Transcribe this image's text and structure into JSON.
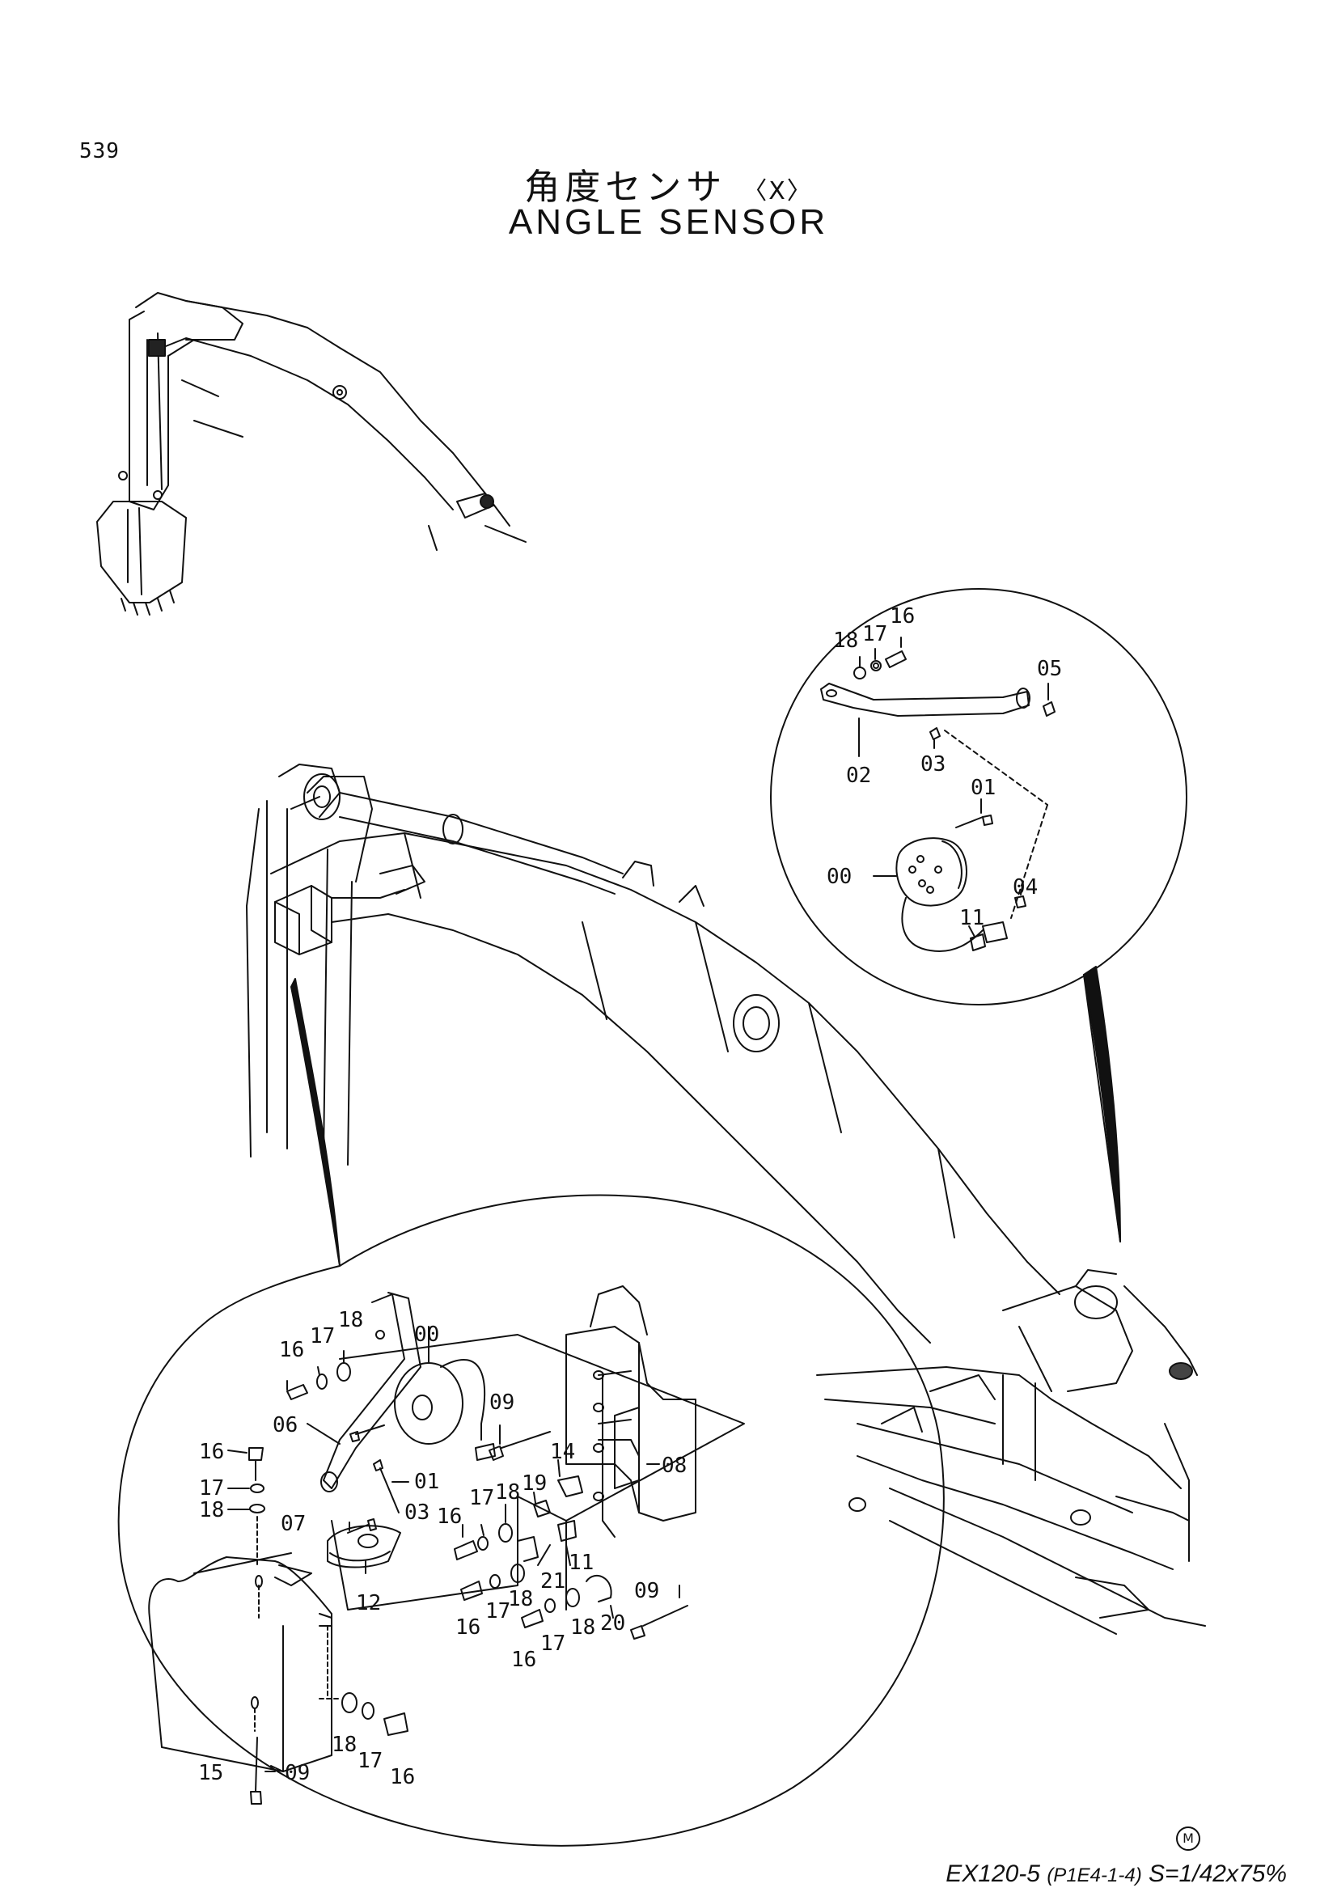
{
  "page": {
    "number": "539",
    "title_jp": "角度センサ",
    "title_variant": "〈X〉",
    "title_en": "ANGLE  SENSOR"
  },
  "upper_detail_labels": [
    "18",
    "17",
    "16",
    "05",
    "02",
    "03",
    "01",
    "00",
    "04",
    "11"
  ],
  "lower_detail_labels": [
    "18",
    "17",
    "16",
    "00",
    "09",
    "06",
    "16",
    "17",
    "18",
    "01",
    "03",
    "07",
    "14",
    "19",
    "08",
    "17",
    "18",
    "16",
    "12",
    "21",
    "11",
    "09",
    "16",
    "17",
    "18",
    "20",
    "16",
    "17",
    "18",
    "15",
    "09",
    "18",
    "17",
    "16"
  ],
  "footer": {
    "model": "EX120-5",
    "code": "(P1E4-1-4)",
    "scale": "S=1/42x75%",
    "mark": "M"
  },
  "colors": {
    "line": "#111111",
    "background": "#ffffff"
  }
}
